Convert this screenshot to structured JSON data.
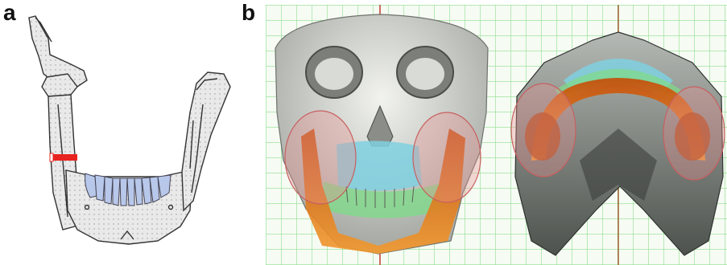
{
  "figure": {
    "panel_a_label": "a",
    "panel_b_label": "b"
  },
  "colors": {
    "bone_fill": "#e6e6e6",
    "outline": "#333333",
    "teeth": "#b8c8ea",
    "red_marker": "#e8231f",
    "grid": "#8fe08f",
    "grid_bg": "#f4fbf2",
    "skull": "#d6d8d3",
    "mandible": "#e8760f",
    "maxilla": "#7fd0e0",
    "occlusal": "#7fd98a",
    "highlight_circle": "#e88f8f",
    "midline": "#c24a3a"
  },
  "icons": {
    "panel_a": "mandible-schematic-drawing",
    "panel_b_left": "skull-3d-frontal-render",
    "panel_b_right": "mandible-3d-axial-render"
  }
}
